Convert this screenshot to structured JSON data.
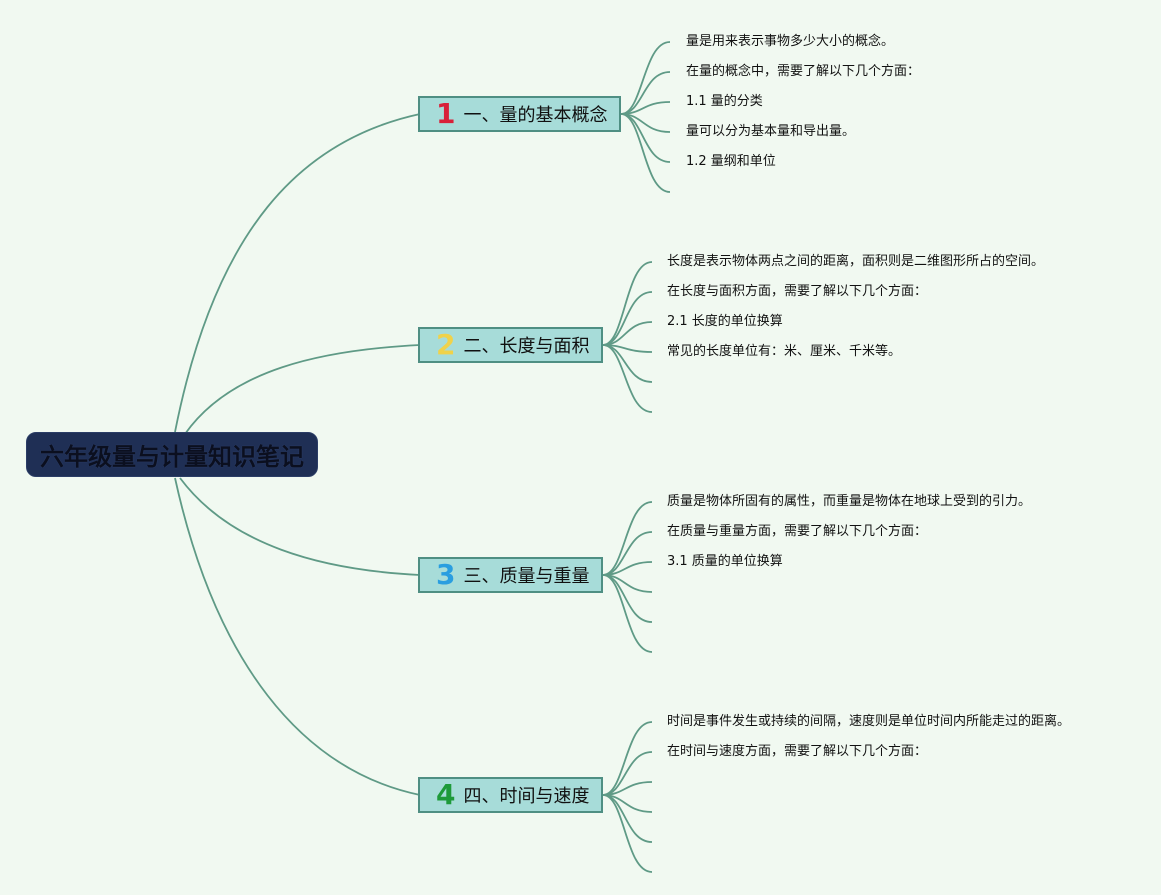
{
  "root": {
    "title": "六年级量与计量知识笔记"
  },
  "branches": [
    {
      "number": "1",
      "number_color": "#d8213a",
      "label": "一、量的基本概念",
      "leaves": [
        "量是用来表示事物多少大小的概念。",
        "在量的概念中，需要了解以下几个方面：",
        "1.1 量的分类",
        "量可以分为基本量和导出量。",
        "1.2 量纲和单位",
        ""
      ]
    },
    {
      "number": "2",
      "number_color": "#f0d24a",
      "label": "二、长度与面积",
      "leaves": [
        "长度是表示物体两点之间的距离，面积则是二维图形所占的空间。",
        "在长度与面积方面，需要了解以下几个方面：",
        "2.1 长度的单位换算",
        "常见的长度单位有：米、厘米、千米等。",
        "",
        ""
      ]
    },
    {
      "number": "3",
      "number_color": "#2a9ee0",
      "label": "三、质量与重量",
      "leaves": [
        "质量是物体所固有的属性，而重量是物体在地球上受到的引力。",
        "在质量与重量方面，需要了解以下几个方面：",
        "3.1 质量的单位换算",
        "",
        "",
        ""
      ]
    },
    {
      "number": "4",
      "number_color": "#1e9a3a",
      "label": "四、时间与速度",
      "leaves": [
        "时间是事件发生或持续的间隔，速度则是单位时间内所能走过的距离。",
        "在时间与速度方面，需要了解以下几个方面：",
        "",
        "",
        "",
        ""
      ]
    }
  ],
  "colors": {
    "background": "#f1f9f1",
    "connector": "#5f9a86",
    "branch_fill": "#a7dcd9",
    "root_fill": "#1f2f55"
  }
}
